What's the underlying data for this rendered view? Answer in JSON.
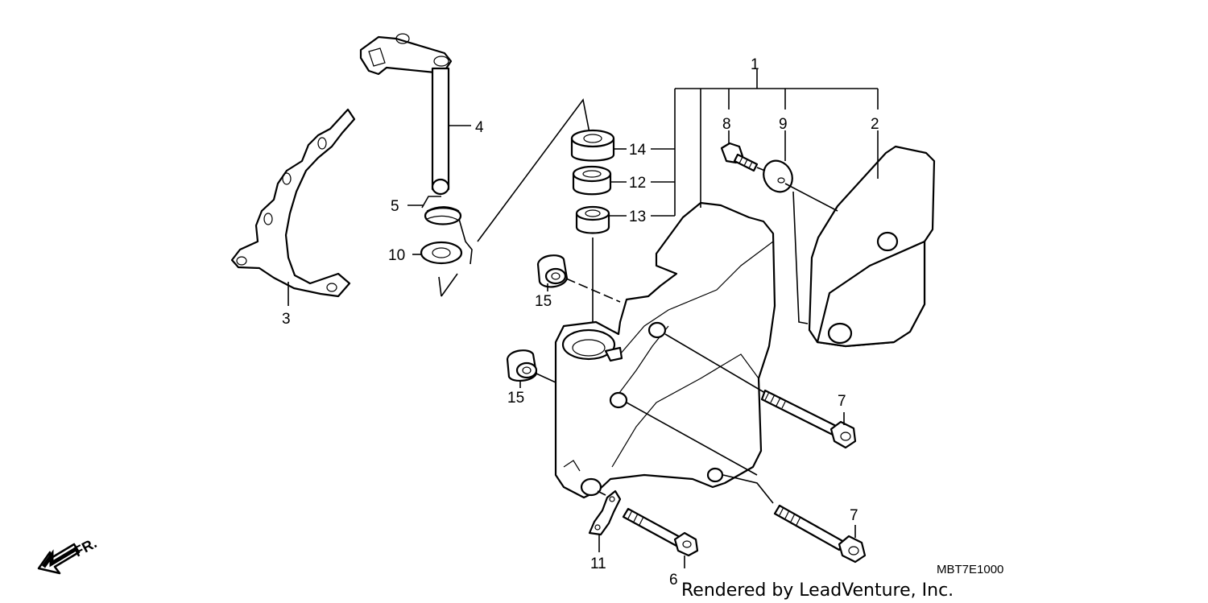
{
  "callouts": {
    "c1": "1",
    "c2": "2",
    "c3": "3",
    "c4": "4",
    "c5": "5",
    "c6": "6",
    "c7a": "7",
    "c7b": "7",
    "c8": "8",
    "c9": "9",
    "c10": "10",
    "c11": "11",
    "c12": "12",
    "c13": "13",
    "c14": "14",
    "c15a": "15",
    "c15b": "15"
  },
  "diagram_code": "MBT7E1000",
  "credit": "Rendered by LeadVenture, Inc.",
  "direction_label": "FR.",
  "icons": {
    "direction": "front-direction-arrow-icon"
  }
}
